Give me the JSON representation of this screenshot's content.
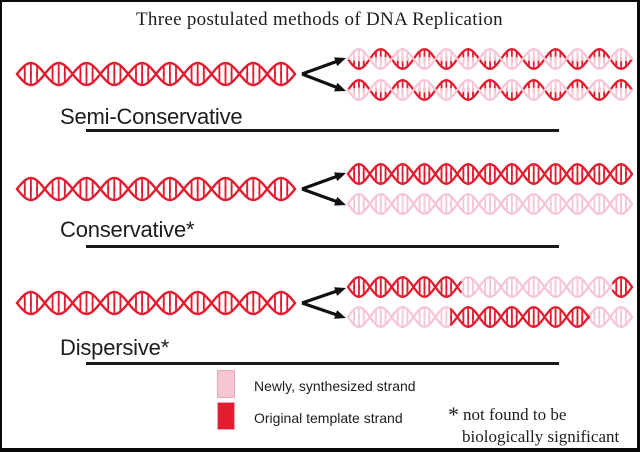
{
  "title": "Three postulated methods of DNA Replication",
  "sections": [
    {
      "label": "Semi-Conservative"
    },
    {
      "label": "Conservative*"
    },
    {
      "label": "Dispersive*"
    }
  ],
  "legend": {
    "items": [
      {
        "swatch": "new_strand",
        "label": "Newly, synthesized strand"
      },
      {
        "swatch": "original_strand",
        "label": "Original template strand"
      }
    ]
  },
  "footnote": {
    "symbol": "*",
    "line1": "not found to be",
    "line2": "biologically significant"
  },
  "colors": {
    "original_strand": "#e21d2f",
    "new_strand": "#f6c6d3",
    "arrow": "#111111",
    "text": "#1d1d1b"
  }
}
